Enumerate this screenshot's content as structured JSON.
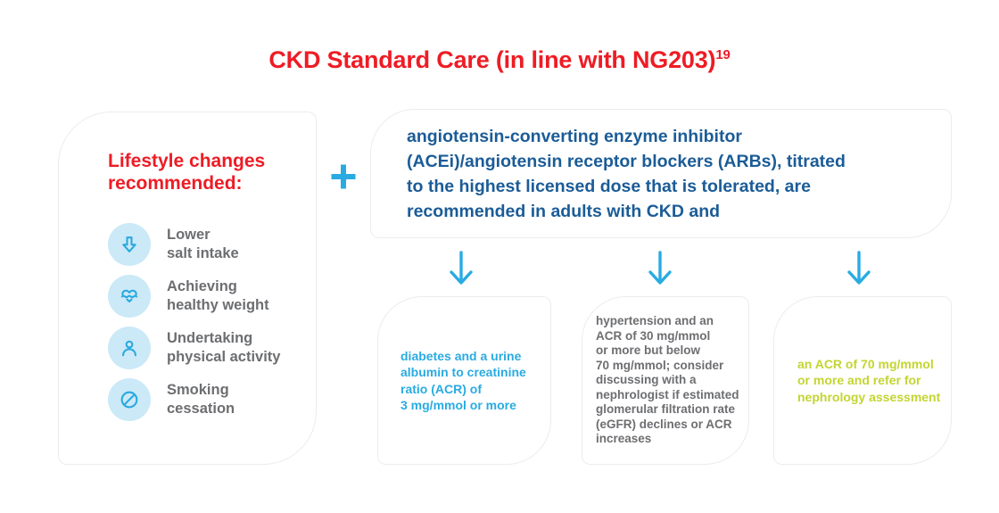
{
  "title": {
    "text": "CKD Standard Care (in line with NG203)",
    "superscript": "19",
    "color": "#ee1c25"
  },
  "colors": {
    "red": "#ee1c25",
    "dark_blue": "#1b5c97",
    "bright_blue": "#29abe2",
    "green": "#c3d530",
    "gray": "#6d6e71",
    "light_blue_circle": "#cbe9f7",
    "box_border": "#ececec"
  },
  "lifestyle_panel": {
    "heading_line1": "Lifestyle changes",
    "heading_line2": "recommended:",
    "items": [
      {
        "icon": "down-arrow-icon",
        "line1": "Lower",
        "line2": "salt intake"
      },
      {
        "icon": "heart-wave-icon",
        "line1": "Achieving",
        "line2": "healthy weight"
      },
      {
        "icon": "person-icon",
        "line1": "Undertaking",
        "line2": "physical activity"
      },
      {
        "icon": "no-smoking-icon",
        "line1": "Smoking",
        "line2": "cessation"
      }
    ]
  },
  "plus": "+",
  "acei_box": {
    "lines": [
      "angiotensin-converting enzyme inhibitor",
      "(ACEi)/angiotensin receptor blockers (ARBs), titrated",
      "to the highest licensed dose that is tolerated, are",
      "recommended in adults with CKD and"
    ],
    "color": "#1b5c97"
  },
  "branches": [
    {
      "color": "#29abe2",
      "lines": [
        "diabetes and a urine",
        "albumin to creatinine",
        "ratio (ACR) of",
        "3 mg/mmol or more"
      ]
    },
    {
      "color": "#6d6e71",
      "lines": [
        "hypertension and an",
        "ACR of 30 mg/mmol",
        "or more but below",
        "70 mg/mmol; consider",
        "discussing with a",
        "nephrologist if estimated",
        "glomerular filtration rate",
        "(eGFR) declines or ACR",
        "increases"
      ]
    },
    {
      "color": "#c3d530",
      "lines": [
        "an ACR of 70 mg/mmol",
        "or more and refer for",
        "nephrology assessment"
      ]
    }
  ]
}
